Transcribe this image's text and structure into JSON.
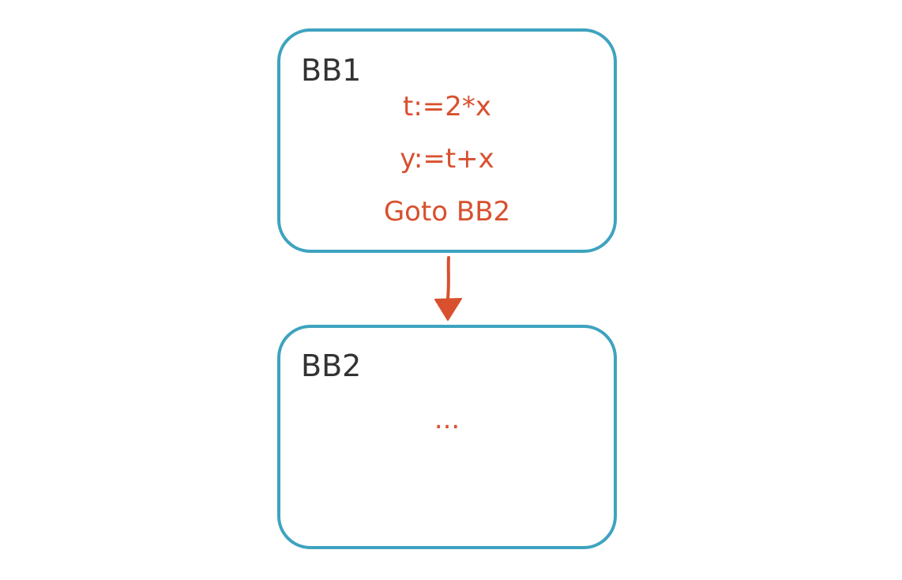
{
  "colors": {
    "block_border": "#3ea3bf",
    "block_title": "#333333",
    "code_text": "#d8502e",
    "arrow": "#d8502e",
    "background": "#ffffff"
  },
  "blocks": [
    {
      "title": "BB1",
      "lines": [
        "t:=2*x",
        "y:=t+x",
        "Goto BB2"
      ]
    },
    {
      "title": "BB2",
      "lines": [
        "..."
      ]
    }
  ],
  "edges": [
    {
      "from": "BB1",
      "to": "BB2"
    }
  ]
}
